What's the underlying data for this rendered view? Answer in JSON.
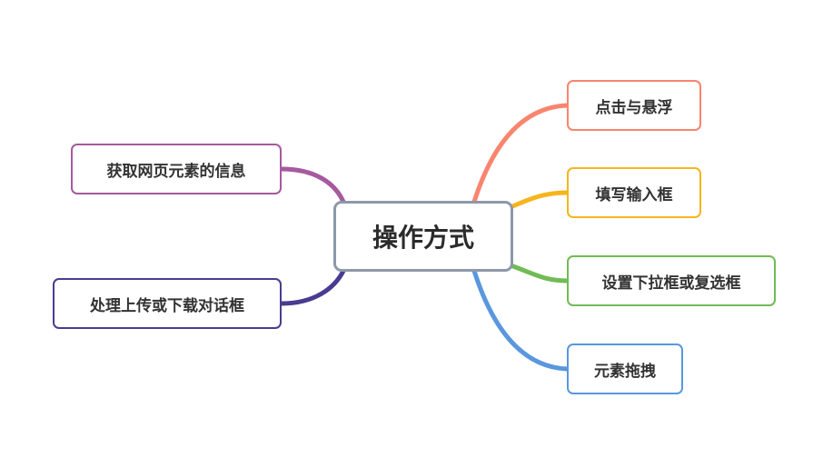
{
  "center": {
    "label": "操作方式",
    "border_color": "#8d98aa"
  },
  "branches": [
    {
      "id": "click-hover",
      "label": "点击与悬浮",
      "color": "#f8856e",
      "side": "right"
    },
    {
      "id": "fill-input",
      "label": "填写输入框",
      "color": "#f6b51d",
      "side": "right"
    },
    {
      "id": "dropdown",
      "label": "设置下拉框或复选框",
      "color": "#71bb56",
      "side": "right"
    },
    {
      "id": "drag",
      "label": "元素拖拽",
      "color": "#5a97dd",
      "side": "right"
    },
    {
      "id": "get-info",
      "label": "获取网页元素的信息",
      "color": "#a55a9e",
      "side": "left"
    },
    {
      "id": "upload",
      "label": "处理上传或下载对话框",
      "color": "#4a3b91",
      "side": "left"
    }
  ]
}
